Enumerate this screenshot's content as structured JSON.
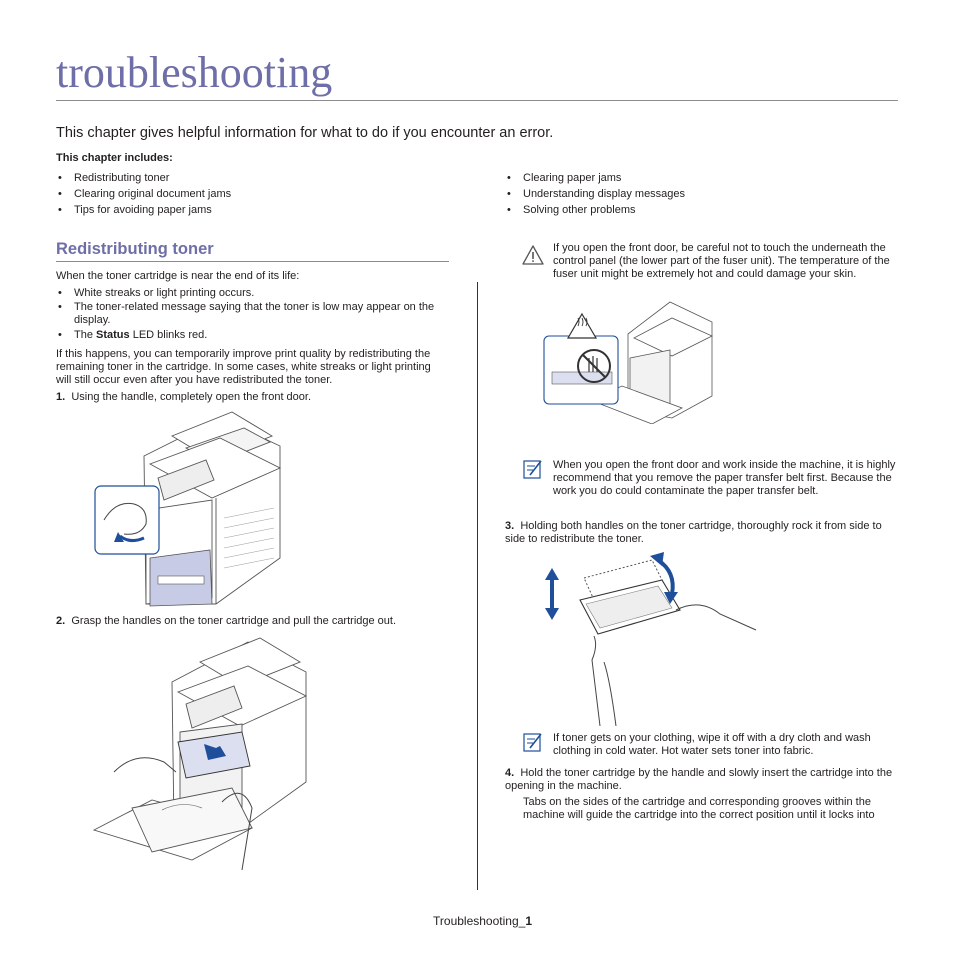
{
  "page": {
    "title": "troubleshooting",
    "intro": "This chapter gives helpful information for what to do if you encounter an error.",
    "includes_label": "This chapter includes:",
    "includes_left": [
      "Redistributing toner",
      "Clearing original document jams",
      "Tips for avoiding paper jams"
    ],
    "includes_right": [
      "Clearing paper jams",
      "Understanding display messages",
      "Solving other problems"
    ]
  },
  "section": {
    "heading": "Redistributing toner",
    "lead": "When the toner cartridge is near the end of its life:",
    "bullets": [
      "White streaks or light printing occurs.",
      "The toner-related message saying that the toner is low may appear on the display."
    ],
    "status_bullet_prefix": "The ",
    "status_bullet_bold": "Status",
    "status_bullet_suffix": " LED blinks red.",
    "explanation": "If this happens, you can temporarily improve print quality by redistributing the remaining toner in the cartridge. In some cases, white streaks or light printing will still occur even after you have redistributed the toner.",
    "step1_num": "1.",
    "step1_text": "Using the handle, completely open the front door.",
    "step2_num": "2.",
    "step2_text": "Grasp the handles on the toner cartridge and pull the cartridge out."
  },
  "right_column": {
    "warning": "If you open the front door, be careful not to touch the underneath the control panel (the lower part of the fuser unit). The temperature of the fuser unit might be extremely hot and could damage your skin.",
    "note1": "When you open the front door and work inside the machine, it is highly recommend that you remove the paper transfer belt first. Because the work you do could contaminate the paper transfer belt.",
    "step3_num": "3.",
    "step3_text": "Holding both handles on the toner cartridge, thoroughly rock it from side to side to redistribute the toner.",
    "note2": "If toner gets on your clothing, wipe it off with a dry cloth and wash clothing in cold water. Hot water sets toner into fabric.",
    "step4_num": "4.",
    "step4_text": "Hold the toner cartridge by the handle and slowly insert the cartridge into the opening in the machine.",
    "step4_cont": "Tabs on the sides of the cartridge and corresponding grooves within the machine will guide the cartridge into the correct position until it locks into"
  },
  "footer": {
    "label": "Troubleshooting_",
    "page_number": "1"
  },
  "colors": {
    "heading": "#6e6ea8",
    "accent_blue": "#1f4e9a",
    "text": "#231f20"
  }
}
